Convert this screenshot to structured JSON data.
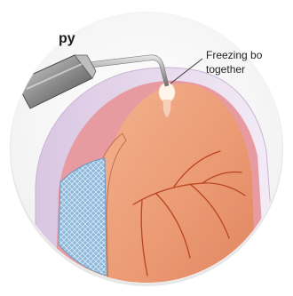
{
  "diagram": {
    "title_fragment": "py",
    "callout_line1": "Freezing bo",
    "callout_line2": "together"
  }
}
